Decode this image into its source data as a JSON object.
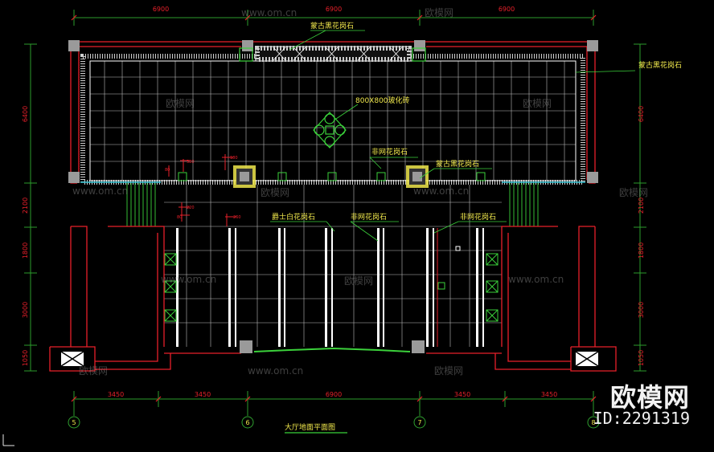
{
  "drawing": {
    "title": "大厅地面平面图",
    "labels": {
      "mongolian_black_top": "蒙古黑花岗石",
      "mongolian_black_right": "蒙古黑花岗石",
      "vitrified_tile": "800X800玻化砖",
      "african_granite_center": "非网花岗石",
      "mongolian_black_mid": "蒙古黑花岗石",
      "jazz_white": "爵士白花岗石",
      "african_granite_left": "非网花岗石",
      "african_granite_right": "非网花岗石"
    },
    "dim_top": [
      "6900",
      "6900",
      "6900"
    ],
    "dim_bottom": [
      "3450",
      "3450",
      "6900",
      "3450",
      "3450"
    ],
    "dim_left": [
      "6400",
      "2100",
      "1800",
      "3000",
      "1050"
    ],
    "dim_right": [
      "6400",
      "2100",
      "1800",
      "3000",
      "1050"
    ],
    "small_dims": [
      "380",
      "80",
      "180",
      "220",
      "80",
      "260"
    ],
    "axes": [
      "5",
      "6",
      "7",
      "8"
    ]
  },
  "watermark": {
    "site": "www.om.cn",
    "brand": "欧模网",
    "id": "ID:2291319"
  },
  "colors": {
    "background": "#000000",
    "wall": "#e8202a",
    "grid": "#c8c8c8",
    "dimension": "#2c9c2c",
    "label": "#f0e84c",
    "axis": "#2fa02f",
    "accent_cyan": "#39c6d6"
  }
}
